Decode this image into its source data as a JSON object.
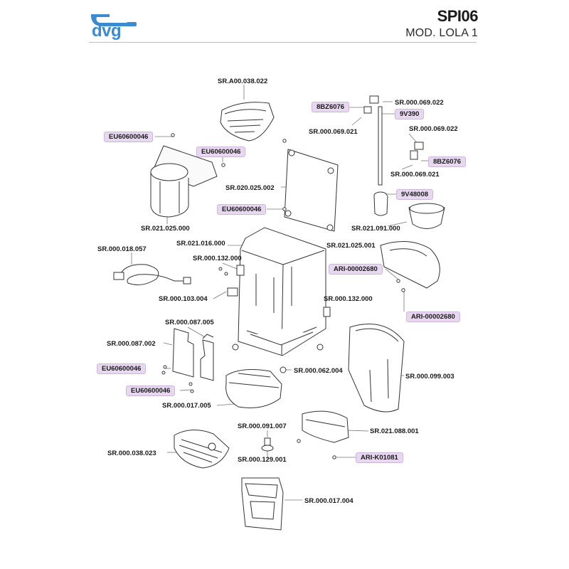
{
  "header": {
    "brand": "dvg",
    "model_code": "SPI06",
    "model_name": "MOD. LOLA 1"
  },
  "colors": {
    "brand_blue": "#3b8bd1",
    "highlight_fill": "#e7d7ef",
    "line": "#444444"
  },
  "labels": {
    "l01": "SR.A00.038.022",
    "l02": "SR.000.069.022",
    "l03": "8BZ6076",
    "l04": "9V390",
    "l05": "SR.000.069.021",
    "l06": "SR.000.069.022",
    "l07": "EU60600046",
    "l08": "EU60600046",
    "l09": "8BZ6076",
    "l10": "SR.000.069.021",
    "l11": "SR.020.025.002",
    "l12": "9V48008",
    "l13": "EU60600046",
    "l14": "SR.021.025.000",
    "l15": "SR.021.091.000",
    "l16": "SR.021.016.000",
    "l17": "SR.000.018.057",
    "l18": "SR.021.025.001",
    "l19": "SR.000.132.000",
    "l20": "ARI-00002680",
    "l21": "SR.000.103.004",
    "l22": "SR.000.132.000",
    "l23": "ARI-00002680",
    "l24": "SR.000.087.005",
    "l25": "SR.000.087.002",
    "l26": "EU60600046",
    "l27": "SR.000.062.004",
    "l28": "SR.000.099.003",
    "l29": "EU60600046",
    "l30": "SR.000.017.005",
    "l31": "SR.000.091.007",
    "l32": "SR.021.088.001",
    "l33": "SR.000.038.023",
    "l34": "SR.000.129.001",
    "l35": "ARI-K01081",
    "l36": "SR.000.017.004"
  }
}
